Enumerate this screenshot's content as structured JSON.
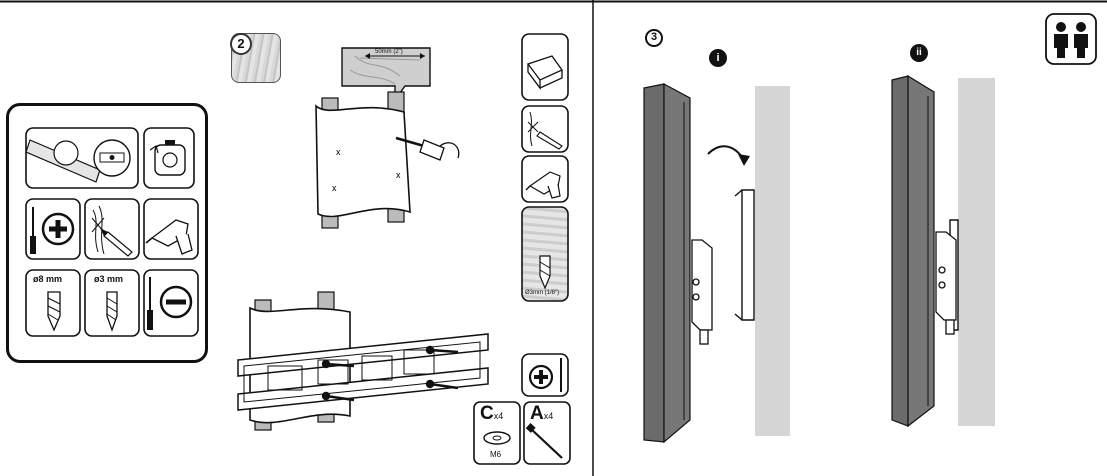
{
  "steps": {
    "step2": {
      "number": "2"
    },
    "step3": {
      "number": "3",
      "sub_i": "i",
      "sub_ii": "ii"
    }
  },
  "tools": {
    "drill_bit_large": "ø8 mm",
    "drill_bit_small": "ø3 mm"
  },
  "wood_dim": {
    "label": "50mm (2\")"
  },
  "pilot_bit": {
    "label": "Ø3mm (1/8\")"
  },
  "parts": {
    "washer": {
      "letter": "C",
      "qty": "x4",
      "size": "M6"
    },
    "lag_bolt": {
      "letter": "A",
      "qty": "x4"
    }
  },
  "icons": [
    "level-icon",
    "tape-measure-icon",
    "phillips-screwdriver-icon",
    "pencil-icon",
    "drill-icon",
    "drill-bit-icon",
    "flathead-screwdriver-icon",
    "stud-finder-icon",
    "two-people-icon",
    "wood-grain-icon"
  ],
  "colors": {
    "tv_panel": "#6b6b6b",
    "wall": "#d6d6d6",
    "line": "#111111"
  }
}
